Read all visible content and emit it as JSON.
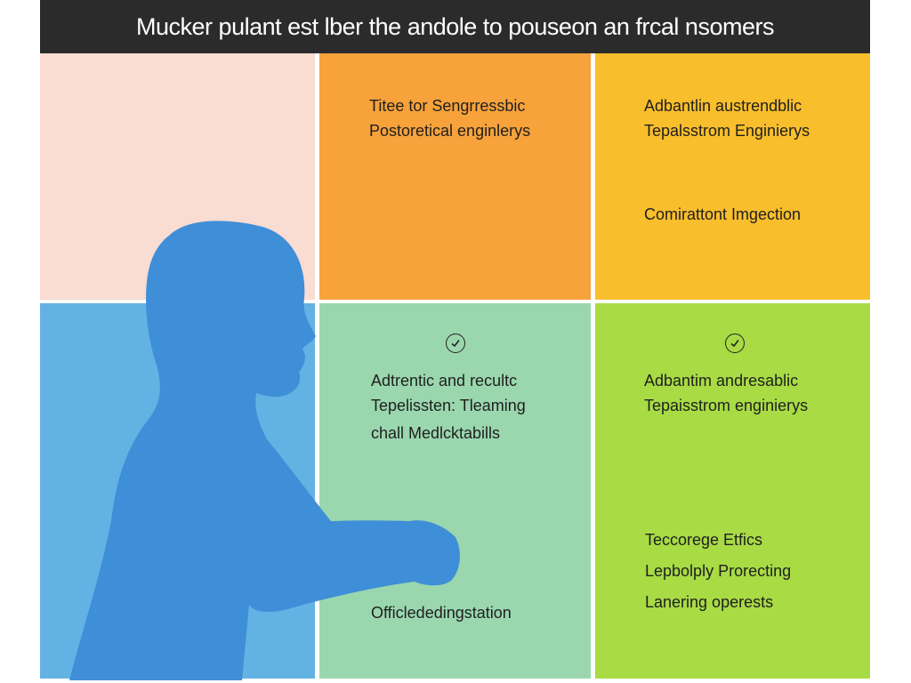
{
  "title": "Mucker pulant est lber the andole to pouseon an frcal nsomers",
  "colors": {
    "header_bg": "#2b2b2b",
    "pink": "#f9dcd2",
    "orange": "#f7a23b",
    "yellow": "#f9be2c",
    "blue": "#63b2e4",
    "green": "#9ad7ae",
    "lime": "#a8db44",
    "silhouette": "#3f8ed8"
  },
  "cells": {
    "orange": {
      "lines": [
        "Titee tor Sengrressbic",
        "Postoretical enginlerys"
      ]
    },
    "yellow": {
      "lines": [
        "Adbantlin austrendblic",
        "Tepalsstrom Enginierys"
      ],
      "extra": "Comirattont Imgection"
    },
    "green": {
      "lines": [
        "Adtrentic and recultc",
        "Tepelissten: Tleaming",
        "chall Medlcktabills"
      ],
      "footer": "Officlededingstation"
    },
    "lime": {
      "lines": [
        "Adbantim andresablic",
        "Tepaisstrom enginierys"
      ],
      "list": [
        "Teccorege Etfics",
        "Lepbolply Prorecting",
        "Lanering operests"
      ]
    }
  },
  "icons": {
    "green_check": "check-circle-icon",
    "lime_check": "check-circle-icon",
    "silhouette": "person-silhouette"
  }
}
